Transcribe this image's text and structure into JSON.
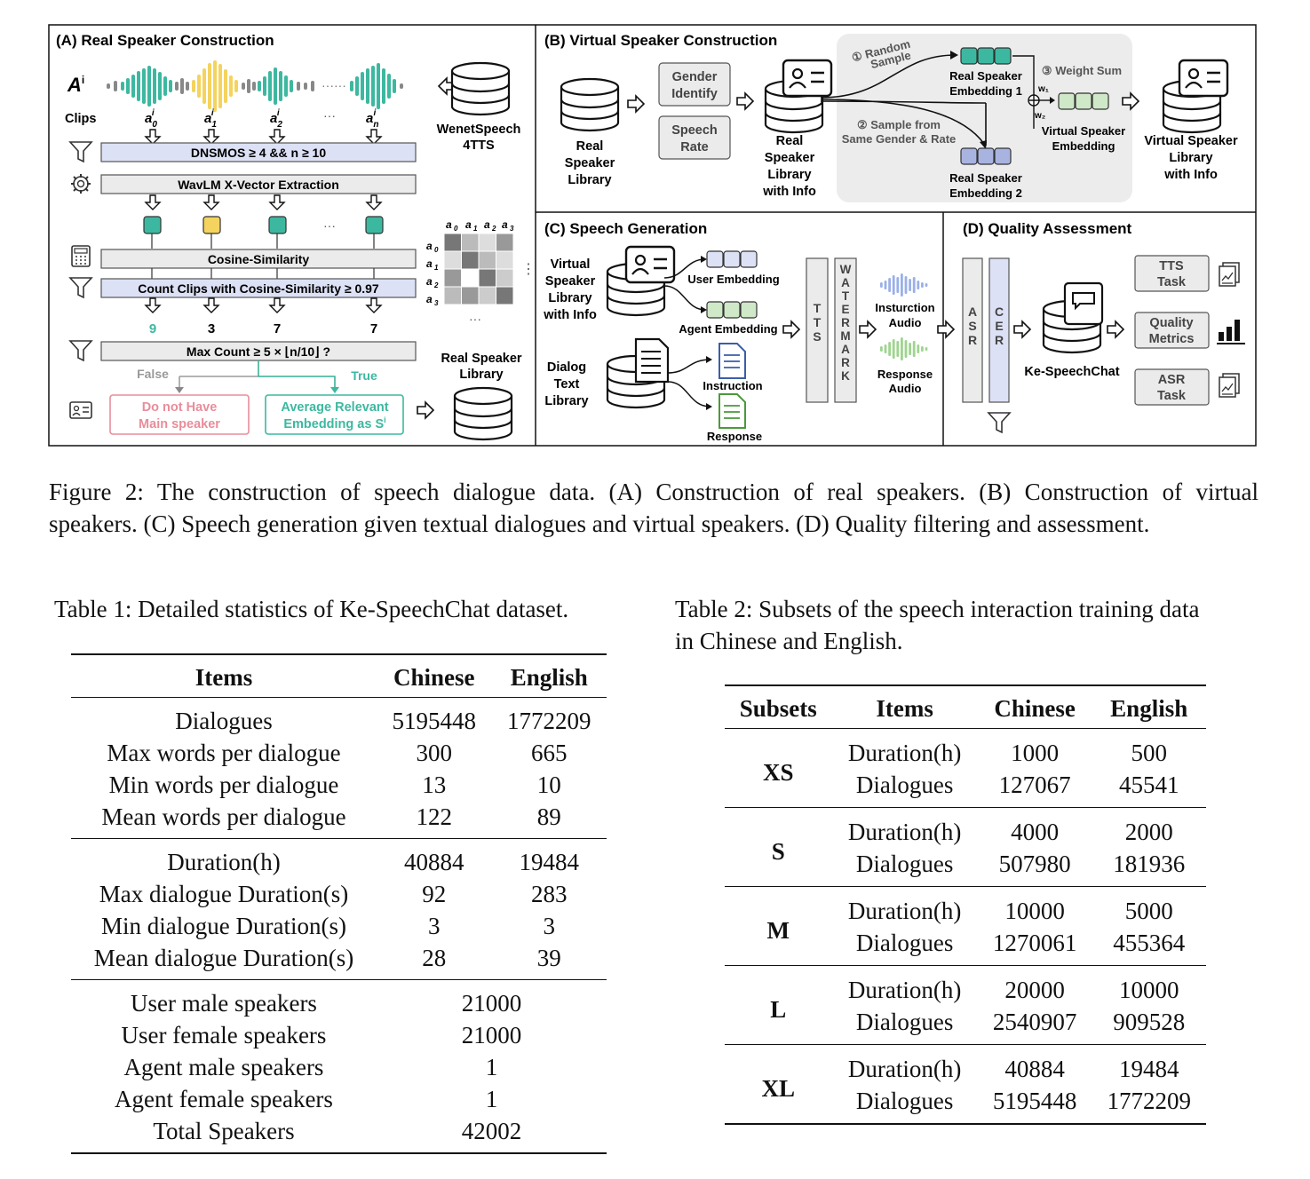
{
  "figure": {
    "panelA": {
      "title": "(A) Real Speaker Construction",
      "ai_label": "A",
      "ai_sup": "i",
      "clips_label": "Clips",
      "clip_labels": [
        "a",
        "a",
        "a",
        "a"
      ],
      "clip_subs": [
        "0",
        "1",
        "2",
        "n"
      ],
      "clip_sup": "i",
      "ellipsis": "···",
      "wave_ellipsis": "······",
      "source_db": [
        "WenetSpeech",
        "4TTS"
      ],
      "dnsmos": "DNSMOS ≥ 4 && n  ≥ 10",
      "wavlm": "WavLM X-Vector Extraction",
      "cosine": "Cosine-Similarity",
      "count_clips": "Count Clips with Cosine-Similarity ≥ 0.97",
      "counts": [
        "9",
        "3",
        "7",
        "7"
      ],
      "max_count": "Max Count  ≥  5 × ⌊n/10⌋ ?",
      "false_label": "False",
      "true_label": "True",
      "false_box": [
        "Do not Have",
        "Main speaker"
      ],
      "true_box": [
        "Average Relevant",
        "Embedding as S"
      ],
      "true_box_sup": "i",
      "matrix_cols": [
        "a",
        "a",
        "a",
        "a"
      ],
      "matrix_subs": [
        "0",
        "1",
        "2",
        "3"
      ],
      "real_lib": [
        "Real Speaker",
        "Library"
      ],
      "vdots": "⋮",
      "hdots": "···"
    },
    "panelB": {
      "title": "(B) Virtual Speaker Construction",
      "real_lib": [
        "Real",
        "Speaker",
        "Library"
      ],
      "gender": [
        "Gender",
        "Identify"
      ],
      "rate": [
        "Speech",
        "Rate"
      ],
      "lib_info": [
        "Real",
        "Speaker",
        "Library",
        "with Info"
      ],
      "random": [
        "① Random",
        "Sample"
      ],
      "same": [
        "② Sample from",
        "Same Gender & Rate"
      ],
      "emb1": [
        "Real Speaker",
        "Embedding 1"
      ],
      "emb2": [
        "Real Speaker",
        "Embedding 2"
      ],
      "weight": "③ Weight Sum",
      "w1": "w₁",
      "w2": "w₂",
      "virtual_emb": [
        "Virtual Speaker",
        "Embedding"
      ],
      "virtual_lib": [
        "Virtual Speaker",
        "Library",
        "with Info"
      ]
    },
    "panelC": {
      "title": "(C) Speech Generation",
      "virtual_lib": [
        "Virtual",
        "Speaker",
        "Library",
        "with Info"
      ],
      "user_emb": "User Embedding",
      "agent_emb": "Agent Embedding",
      "dialog_lib": [
        "Dialog",
        "Text",
        "Library"
      ],
      "instruction": "Instruction",
      "response": "Response",
      "tts": "TTS",
      "watermark": "WATERMARK",
      "instr_audio": [
        "Insturction",
        "Audio"
      ],
      "resp_audio": [
        "Response",
        "Audio"
      ]
    },
    "panelD": {
      "title": "(D) Quality Assessment",
      "asr": "ASR",
      "cer": "CER",
      "ke": "Ke-SpeechChat",
      "tts_task": [
        "TTS",
        "Task"
      ],
      "quality": [
        "Quality",
        "Metrics"
      ],
      "asr_task": [
        "ASR",
        "Task"
      ]
    },
    "colors": {
      "teal": "#3db8a0",
      "yellow": "#f4d35e",
      "gray": "#888888",
      "lavender": "#dde1f5",
      "lightgray": "#ebebeb",
      "green": "#cfe8c8",
      "pink": "#e88d9a",
      "blue": "#3b5ea8"
    }
  },
  "caption": {
    "line1": "Figure 2: The construction of speech dialogue data. (A) Construction of real speakers. (B) Construction of virtual",
    "line2": "speakers. (C) Speech generation given textual dialogues and virtual speakers. (D) Quality filtering and assessment."
  },
  "table1": {
    "caption": "Table 1: Detailed statistics of Ke-SpeechChat dataset.",
    "headers": [
      "Items",
      "Chinese",
      "English"
    ],
    "group1": [
      [
        "Dialogues",
        "5195448",
        "1772209"
      ],
      [
        "Max words per dialogue",
        "300",
        "665"
      ],
      [
        "Min words per dialogue",
        "13",
        "10"
      ],
      [
        "Mean words per dialogue",
        "122",
        "89"
      ]
    ],
    "group2": [
      [
        "Duration(h)",
        "40884",
        "19484"
      ],
      [
        "Max dialogue Duration(s)",
        "92",
        "283"
      ],
      [
        "Min dialogue Duration(s)",
        "3",
        "3"
      ],
      [
        "Mean dialogue Duration(s)",
        "28",
        "39"
      ]
    ],
    "group3": [
      [
        "User male speakers",
        "21000"
      ],
      [
        "User female speakers",
        "21000"
      ],
      [
        "Agent male speakers",
        "1"
      ],
      [
        "Agent female speakers",
        "1"
      ],
      [
        "Total Speakers",
        "42002"
      ]
    ]
  },
  "table2": {
    "caption_line1": "Table 2: Subsets of the speech interaction training data",
    "caption_line2": "in Chinese and English.",
    "headers": [
      "Subsets",
      "Items",
      "Chinese",
      "English"
    ],
    "rows": [
      {
        "subset": "XS",
        "duration": [
          "Duration(h)",
          "1000",
          "500"
        ],
        "dialogues": [
          "Dialogues",
          "127067",
          "45541"
        ]
      },
      {
        "subset": "S",
        "duration": [
          "Duration(h)",
          "4000",
          "2000"
        ],
        "dialogues": [
          "Dialogues",
          "507980",
          "181936"
        ]
      },
      {
        "subset": "M",
        "duration": [
          "Duration(h)",
          "10000",
          "5000"
        ],
        "dialogues": [
          "Dialogues",
          "1270061",
          "455364"
        ]
      },
      {
        "subset": "L",
        "duration": [
          "Duration(h)",
          "20000",
          "10000"
        ],
        "dialogues": [
          "Dialogues",
          "2540907",
          "909528"
        ]
      },
      {
        "subset": "XL",
        "duration": [
          "Duration(h)",
          "40884",
          "19484"
        ],
        "dialogues": [
          "Dialogues",
          "5195448",
          "1772209"
        ]
      }
    ]
  }
}
